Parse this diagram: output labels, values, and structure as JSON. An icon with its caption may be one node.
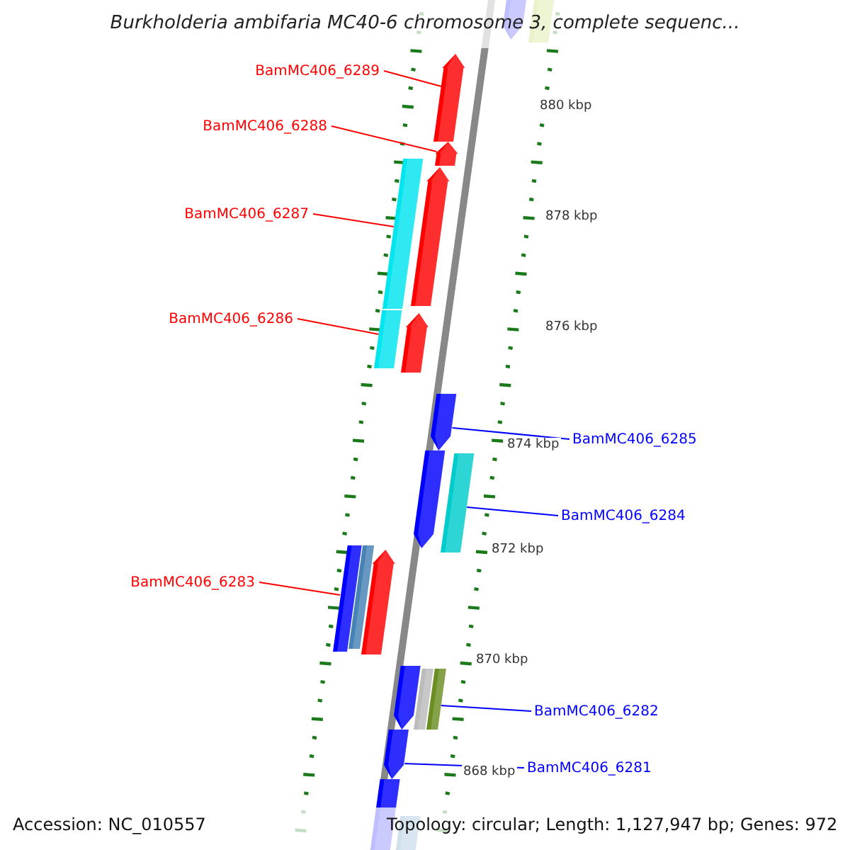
{
  "diagram": {
    "title": "Burkholderia ambifaria MC40-6 chromosome 3, complete sequenc...",
    "nodes": [
      {
        "text": [
          "BamMC406_6289"
        ]
      },
      {
        "text": [
          "BamMC406_6288"
        ]
      },
      {
        "text": [
          "BamMC406_6287"
        ]
      },
      {
        "text": [
          "BamMC406_6286"
        ]
      },
      {
        "text": [
          "BamMC406_6285"
        ]
      },
      {
        "text": [
          "BamMC406_6284"
        ]
      },
      {
        "text": [
          "BamMC406_6283"
        ]
      },
      {
        "text": [
          "BamMC406_6282"
        ]
      },
      {
        "text": [
          "BamMC406_6281"
        ]
      },
      {
        "text": [],
        "shape": "bar"
      },
      {
        "text": [],
        "shape": "bar"
      },
      {
        "text": [],
        "shape": "bar"
      },
      {
        "text": [],
        "shape": "bar"
      },
      {
        "text": [],
        "shape": "bar"
      },
      {
        "text": [],
        "shape": "bar"
      },
      {
        "text": [],
        "shape": "bar"
      },
      {
        "text": [],
        "shape": "bar"
      },
      {
        "text": [],
        "shape": "bar"
      },
      {
        "text": [],
        "shape": "bar"
      },
      {
        "text": [],
        "shape": "bar"
      },
      {
        "text": [],
        "shape": "bar"
      },
      {
        "text": [],
        "shape": "bar"
      },
      {
        "text": [],
        "shape": "bar"
      },
      {
        "text": [],
        "shape": "bar"
      },
      {
        "text": [],
        "shape": "bar"
      },
      {
        "text": [],
        "shape": "bar"
      },
      {
        "text": [],
        "shape": "bar"
      },
      {
        "text": [],
        "shape": "bar"
      },
      {
        "text": [],
        "shape": "bar"
      }
    ],
    "edges": [
      {
        "from": 0,
        "to": 11,
        "arrow": "none"
      },
      {
        "from": 1,
        "to": 12,
        "arrow": "none"
      },
      {
        "from": 2,
        "to": 13,
        "arrow": "none"
      },
      {
        "from": 3,
        "to": 15,
        "arrow": "none"
      },
      {
        "from": 4,
        "to": 17,
        "arrow": "none",
        "color": "#0000ff"
      },
      {
        "from": 5,
        "to": 19,
        "arrow": "none",
        "color": "#0000ff"
      },
      {
        "from": 6,
        "to": 20,
        "arrow": "none"
      },
      {
        "from": 7,
        "to": 25,
        "arrow": "none",
        "color": "#0000ff"
      },
      {
        "from": 8,
        "to": 26,
        "arrow": "none",
        "color": "#0000ff"
      }
    ],
    "labels": [
      "880 kbp",
      "878 kbp",
      "876 kbp",
      "874 kbp",
      "872 kbp",
      "870 kbp",
      "868 kbp",
      "Accession: NC_010557",
      "Topology: circular; Length: 1,127,947 bp; Genes: 972"
    ]
  }
}
